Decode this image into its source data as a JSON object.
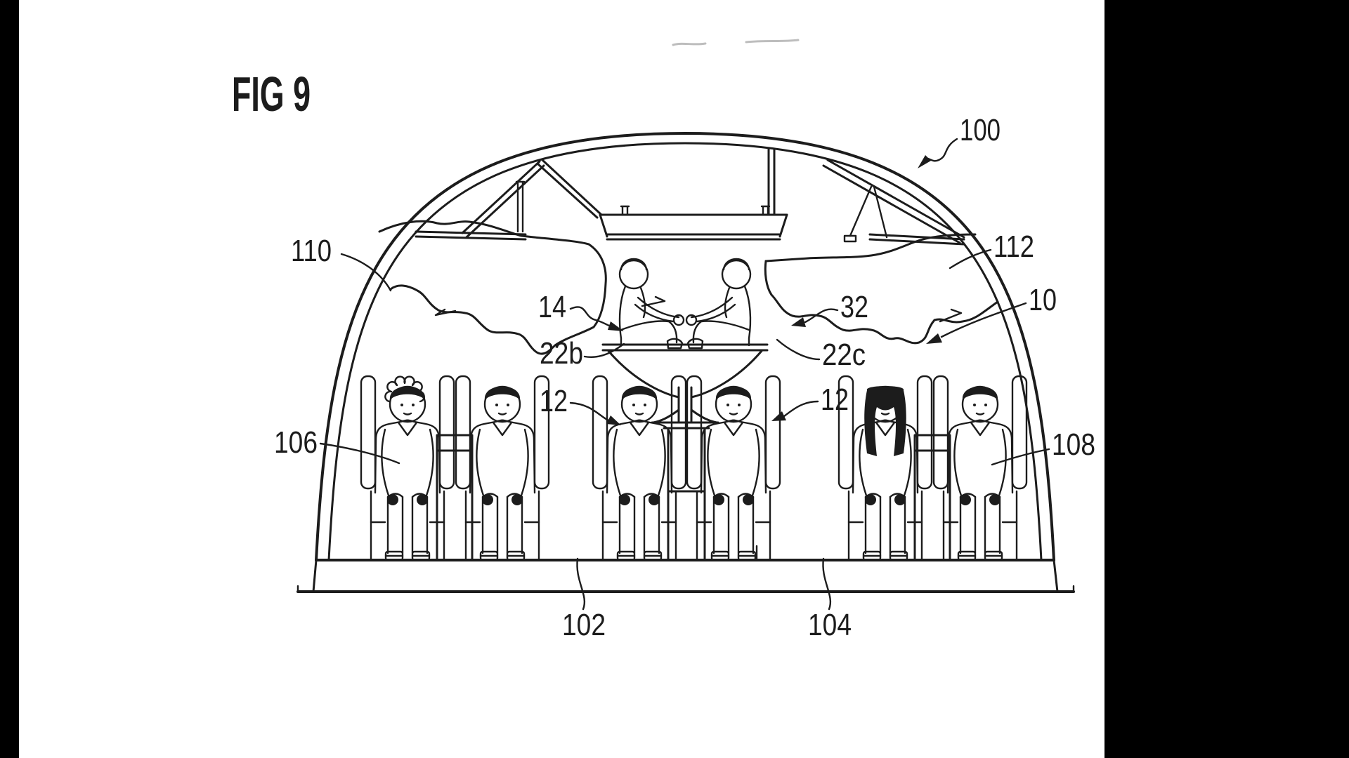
{
  "figure": {
    "title": "FIG 9"
  },
  "reference_labels": {
    "aircraft": "100",
    "left_overhead_region": "110",
    "right_overhead_region": "112",
    "cabin": "10",
    "upper_seat_left": "14",
    "upper_seat_right": "32",
    "upper_platform_left": "22b",
    "upper_platform_right": "22c",
    "lower_seat_left": "12",
    "lower_seat_right": "12",
    "left_seat_group": "106",
    "right_seat_group": "108",
    "floor_left": "102",
    "floor_right": "104"
  },
  "colors": {
    "ink": "#1c1c1c",
    "paper": "#ffffff",
    "letterbox": "#000000"
  },
  "icons": {
    "flow_arrow_left": "left-flow-arrow",
    "flow_arrow_center": "right-flow-arrow",
    "flow_arrow_right": "right-flow-arrow"
  }
}
